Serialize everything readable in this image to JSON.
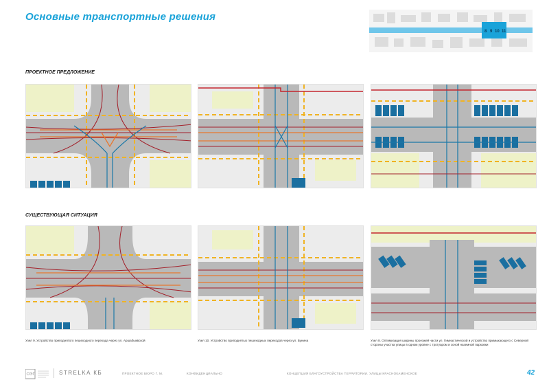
{
  "header": {
    "title": "Основные транспортные решения"
  },
  "sections": {
    "proposed": "ПРОЕКТНОЕ ПРЕДЛОЖЕНИЕ",
    "existing": "СУЩЕСТВУЮЩАЯ СИТУАЦИЯ"
  },
  "minimap": {
    "labels": [
      "8",
      "9",
      "10",
      "11"
    ],
    "highlight_color": "#1aa3d9"
  },
  "captions": [
    "Узел 9. Устройство приподнятого пешеходного перехода через ул. Аршабыквской",
    "Узел 10. Устройство приподнятых пешеходных переходов через ул. Бунина",
    "Узел 8. Оптимизация ширины проезжей части ул. Гимнастической и устройство примыкающего с Северной стороны участка улицы в одном уровне с тротуаром и зоной наземной парковки"
  ],
  "footer": {
    "logo_text": "ОЭП",
    "strelka": "STRELKA КБ",
    "author": "ПРОЕКТНОЕ БЮРО Г. М.",
    "confidential": "КОНФИДЕНЦИАЛЬНО",
    "project": "КОНЦЕПЦИЯ БЛАГОУСТРОЙСТВА ТЕРРИТОРИИ. УЛИЦЫ КРАСНОКАМЕНСКОЕ",
    "page_number": "42"
  },
  "colors": {
    "accent": "#1aa3d9",
    "road": "#b9b9b9",
    "yellow_line": "#f0b323",
    "orange_flow": "#e8772e",
    "red_flow": "#a3202a",
    "blue_flow": "#1a78a8",
    "parking": "#1a6fa0",
    "building": "#eef2c8"
  }
}
